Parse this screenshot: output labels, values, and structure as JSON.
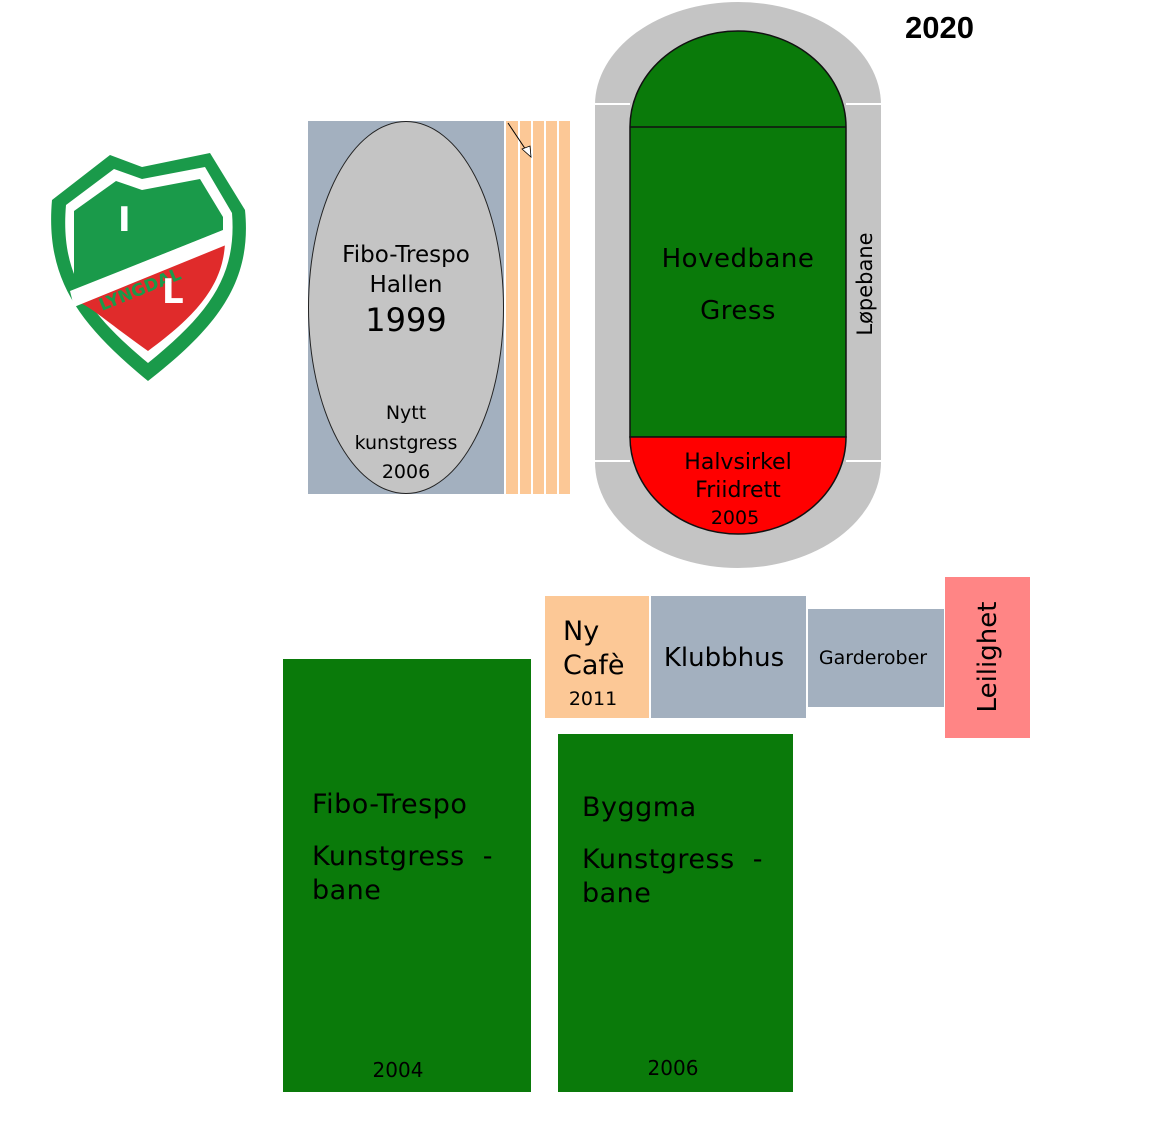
{
  "year": "2020",
  "logo": {
    "text_top": "I",
    "text_middle": "LYNGDAL",
    "text_bottom": "L",
    "colors": {
      "green": "#1a9a4a",
      "red": "#e02b2b",
      "white": "#ffffff"
    }
  },
  "hall": {
    "name_line1": "Fibo-Trespo",
    "name_line2": "Hallen",
    "built": "1999",
    "turf_line1": "Nytt",
    "turf_line2": "kunstgress",
    "turf_year": "2006"
  },
  "stadium": {
    "main_line1": "Hovedbane",
    "main_line2": "Gress",
    "track_label": "Løpebane",
    "semicircle_line1": "Halvsirkel",
    "semicircle_line2": "Friidrett",
    "semicircle_year": "2005"
  },
  "buildings": {
    "cafe_line1": "Ny",
    "cafe_line2": "Cafè",
    "cafe_year": "2011",
    "clubhouse": "Klubbhus",
    "changing_rooms": "Garderober",
    "apartment": "Leilighet"
  },
  "field_left": {
    "name": "Fibo-Trespo",
    "type_line1": "Kunstgress  -",
    "type_line2": "bane",
    "year": "2004"
  },
  "field_right": {
    "name": "Byggma",
    "type_line1": "Kunstgress  -",
    "type_line2": "bane",
    "year": "2006"
  },
  "colors": {
    "grass": "#0a7a0a",
    "track_grey": "#c4c4c4",
    "hall_blue": "#a3b0bf",
    "sand": "#fcc896",
    "red": "#ff0000",
    "pink": "#ff8585"
  }
}
